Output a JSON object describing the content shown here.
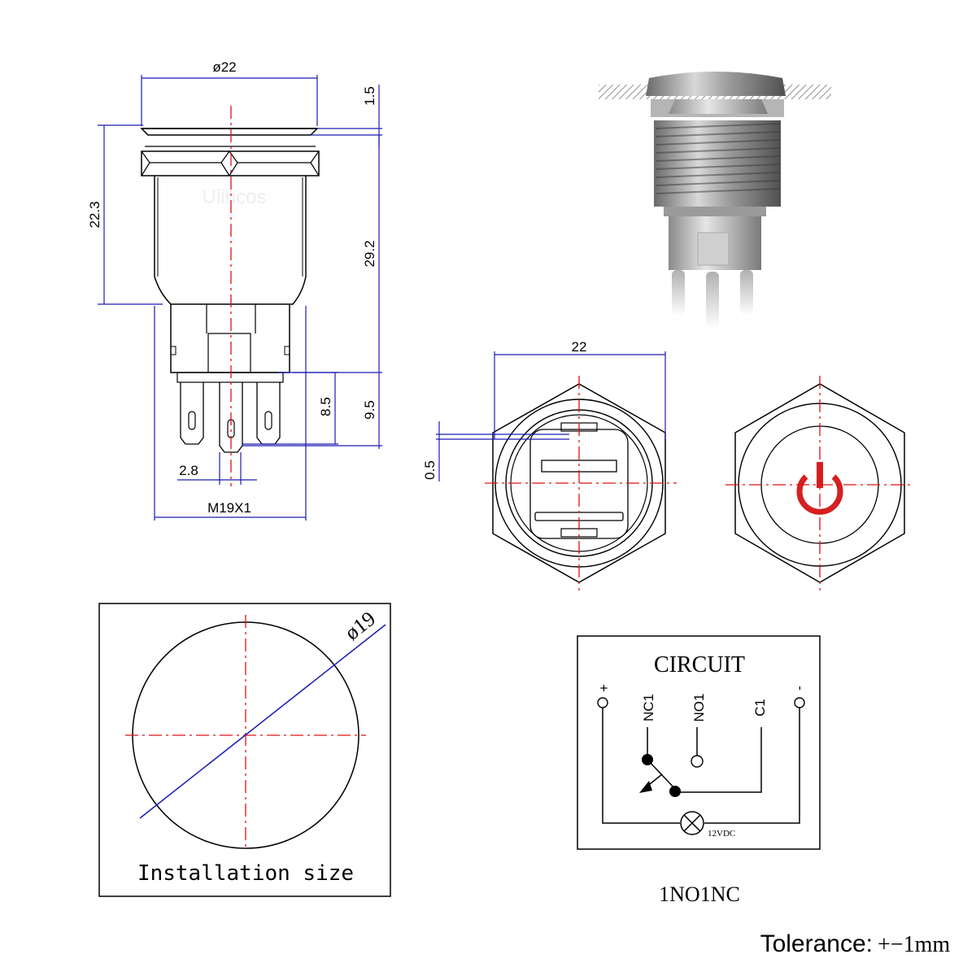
{
  "side_view": {
    "dia_label": "ø22",
    "flange_label": "1.5",
    "body_label": "22.3",
    "total_label": "29.2",
    "pin_label": "8.5",
    "term_label": "9.5",
    "pin_width_label": "2.8",
    "thread_label": "M19X1",
    "watermark": "Ulincos"
  },
  "bottom_view": {
    "width_label": "22",
    "gap_label": "0.5"
  },
  "front_view": {
    "power_symbol_color": "#d42020"
  },
  "installation": {
    "dia_label": "ø19",
    "caption": "Installation size"
  },
  "circuit": {
    "title": "CIRCUIT",
    "plus_label": "+",
    "minus_label": "-",
    "nc_label": "NC1",
    "no_label": "NO1",
    "c_label": "C1",
    "lamp_label": "12VDC",
    "caption": "1NO1NC"
  },
  "footer": {
    "tolerance_label": "Tolerance:",
    "tolerance_value": "+−1mm"
  },
  "colors": {
    "dimension_line": "#1a1ab4",
    "center_line": "#e01010",
    "outline": "#000000"
  }
}
